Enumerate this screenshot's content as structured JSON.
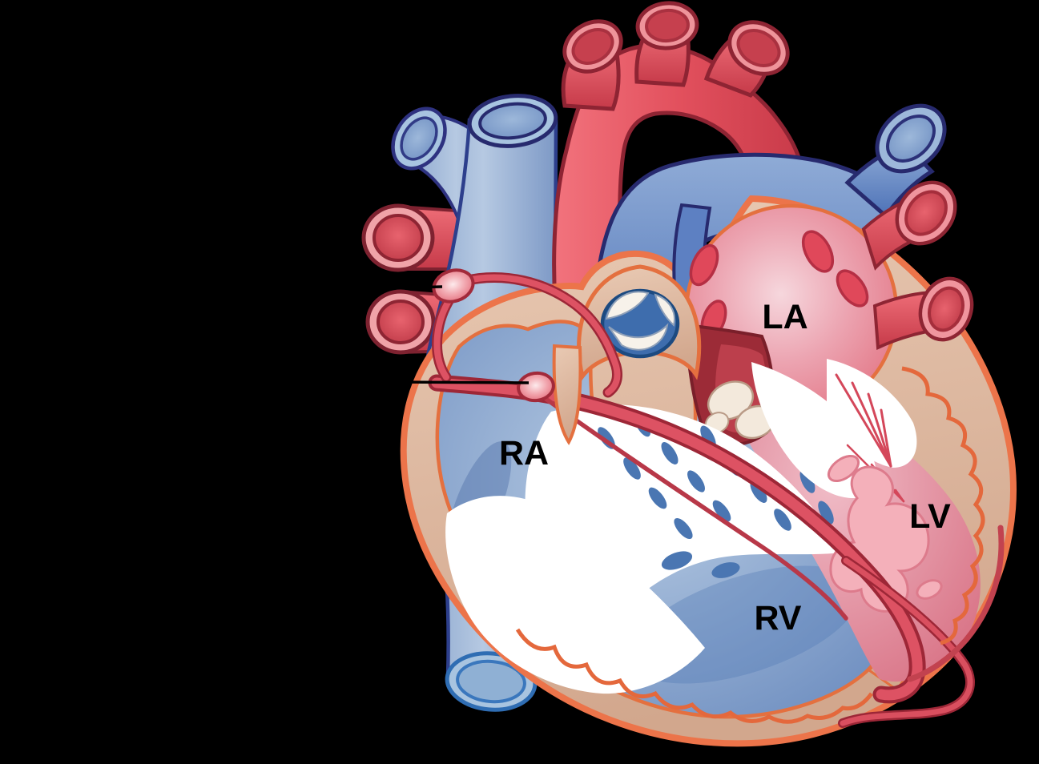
{
  "diagram": {
    "subject": "Human heart cross-section with cardiac conduction system",
    "background_color": "#000000",
    "labels": {
      "left_atrium": "LA",
      "right_atrium": "RA",
      "left_ventricle": "LV",
      "right_ventricle": "RV"
    },
    "leader_lines": [
      {
        "name": "upper-leader-line",
        "description": "black line pointing to the sinoatrial node bulge at the top of the right atrium"
      },
      {
        "name": "lower-leader-line",
        "description": "black line pointing to the atrioventricular node bulge"
      }
    ],
    "colors": {
      "artery_red": "#e5515e",
      "artery_outline": "#8e2433",
      "vein_blue": "#7b99c8",
      "vein_outline": "#272a6e",
      "heart_wall_tan": "#d9af97",
      "wall_outline_orange": "#ec744a",
      "left_atrium_pink": "#e87f8e",
      "chamber_blue": "#7b99c8",
      "conduction_red": "#d94f5f",
      "valve_white": "#ffffff",
      "label_text": "#000000"
    }
  }
}
